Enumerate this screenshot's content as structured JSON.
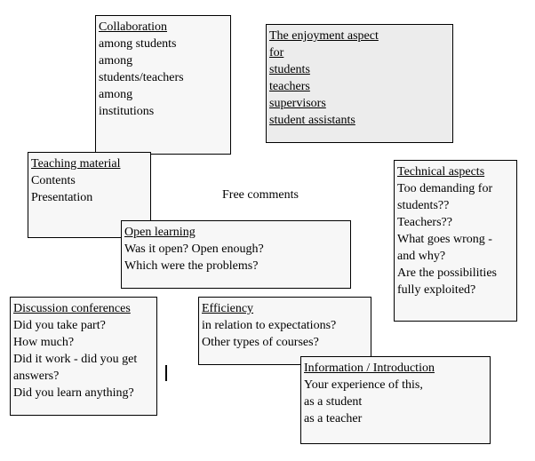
{
  "boxes": {
    "collaboration": {
      "title": "Collaboration",
      "lines": [
        "among students",
        "among",
        "students/teachers",
        "among",
        "institutions"
      ]
    },
    "enjoyment": {
      "title": "The enjoyment aspect",
      "lines": [
        "for",
        "students",
        "teachers",
        "supervisors",
        "student assistants"
      ]
    },
    "teaching_material": {
      "title": "Teaching material",
      "lines": [
        "Contents",
        "Presentation"
      ]
    },
    "technical": {
      "title": "Technical aspects",
      "lines": [
        "Too demanding for",
        "students??",
        "Teachers??",
        "What goes wrong -",
        "and why?",
        "Are the possibilities",
        "fully exploited?"
      ]
    },
    "open_learning": {
      "title": "Open learning",
      "lines": [
        "Was it open? Open enough?",
        "Which were the problems?"
      ]
    },
    "discussion": {
      "title": "Discussion conferences",
      "lines": [
        "Did you take part?",
        "How much?",
        "Did it work - did you get",
        "answers?",
        "Did you learn anything?"
      ]
    },
    "efficiency": {
      "title": "Efficiency",
      "lines": [
        "in relation to expectations?",
        "Other types of courses?"
      ]
    },
    "information": {
      "title": "Information / Introduction",
      "lines": [
        "Your experience of this,",
        "as a student",
        "as a teacher"
      ]
    }
  },
  "free_comments": "Free comments"
}
